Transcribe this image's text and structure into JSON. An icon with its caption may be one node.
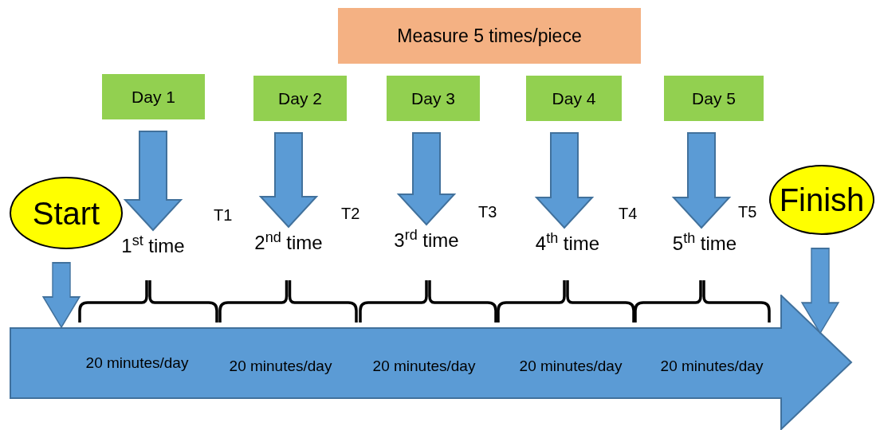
{
  "diagram": {
    "nodes": [
      {
        "text": [
          "Measure 5 times/piece"
        ]
      },
      {
        "text": [
          "Day 1"
        ]
      },
      {
        "text": [
          "Day 2"
        ]
      },
      {
        "text": [
          "Day 3"
        ]
      },
      {
        "text": [
          "Day 4"
        ]
      },
      {
        "text": [
          "Day 5"
        ]
      },
      {
        "text": [
          "Start"
        ]
      },
      {
        "text": [
          "Finish"
        ]
      },
      {
        "text": [
          "1$^{st}$ time"
        ]
      },
      {
        "text": [
          "2$^{nd}$ time"
        ]
      },
      {
        "text": [
          "3$^{rd}$ time"
        ]
      },
      {
        "text": [
          "4$^{th}$ time"
        ]
      },
      {
        "text": [
          "5$^{th}$ time"
        ]
      },
      {
        "text": [
          "20 minutes/day",
          "20 minutes/day",
          "20 minutes/day",
          "20 minutes/day",
          "20 minutes/day"
        ]
      }
    ],
    "edges": [
      {
        "from": 1,
        "to": 8,
        "arrow": "to",
        "style": "thick"
      },
      {
        "from": 2,
        "to": 9,
        "arrow": "to",
        "style": "thick"
      },
      {
        "from": 3,
        "to": 10,
        "arrow": "to",
        "style": "thick"
      },
      {
        "from": 4,
        "to": 11,
        "arrow": "to",
        "style": "thick"
      },
      {
        "from": 5,
        "to": 12,
        "arrow": "to",
        "style": "thick"
      },
      {
        "from": 6,
        "to": 13,
        "arrow": "to",
        "style": "thick"
      },
      {
        "from": 7,
        "to": 13,
        "arrow": "to",
        "style": "thick"
      }
    ],
    "labels": [
      "T1",
      "T2",
      "T3",
      "T4",
      "T5"
    ]
  }
}
